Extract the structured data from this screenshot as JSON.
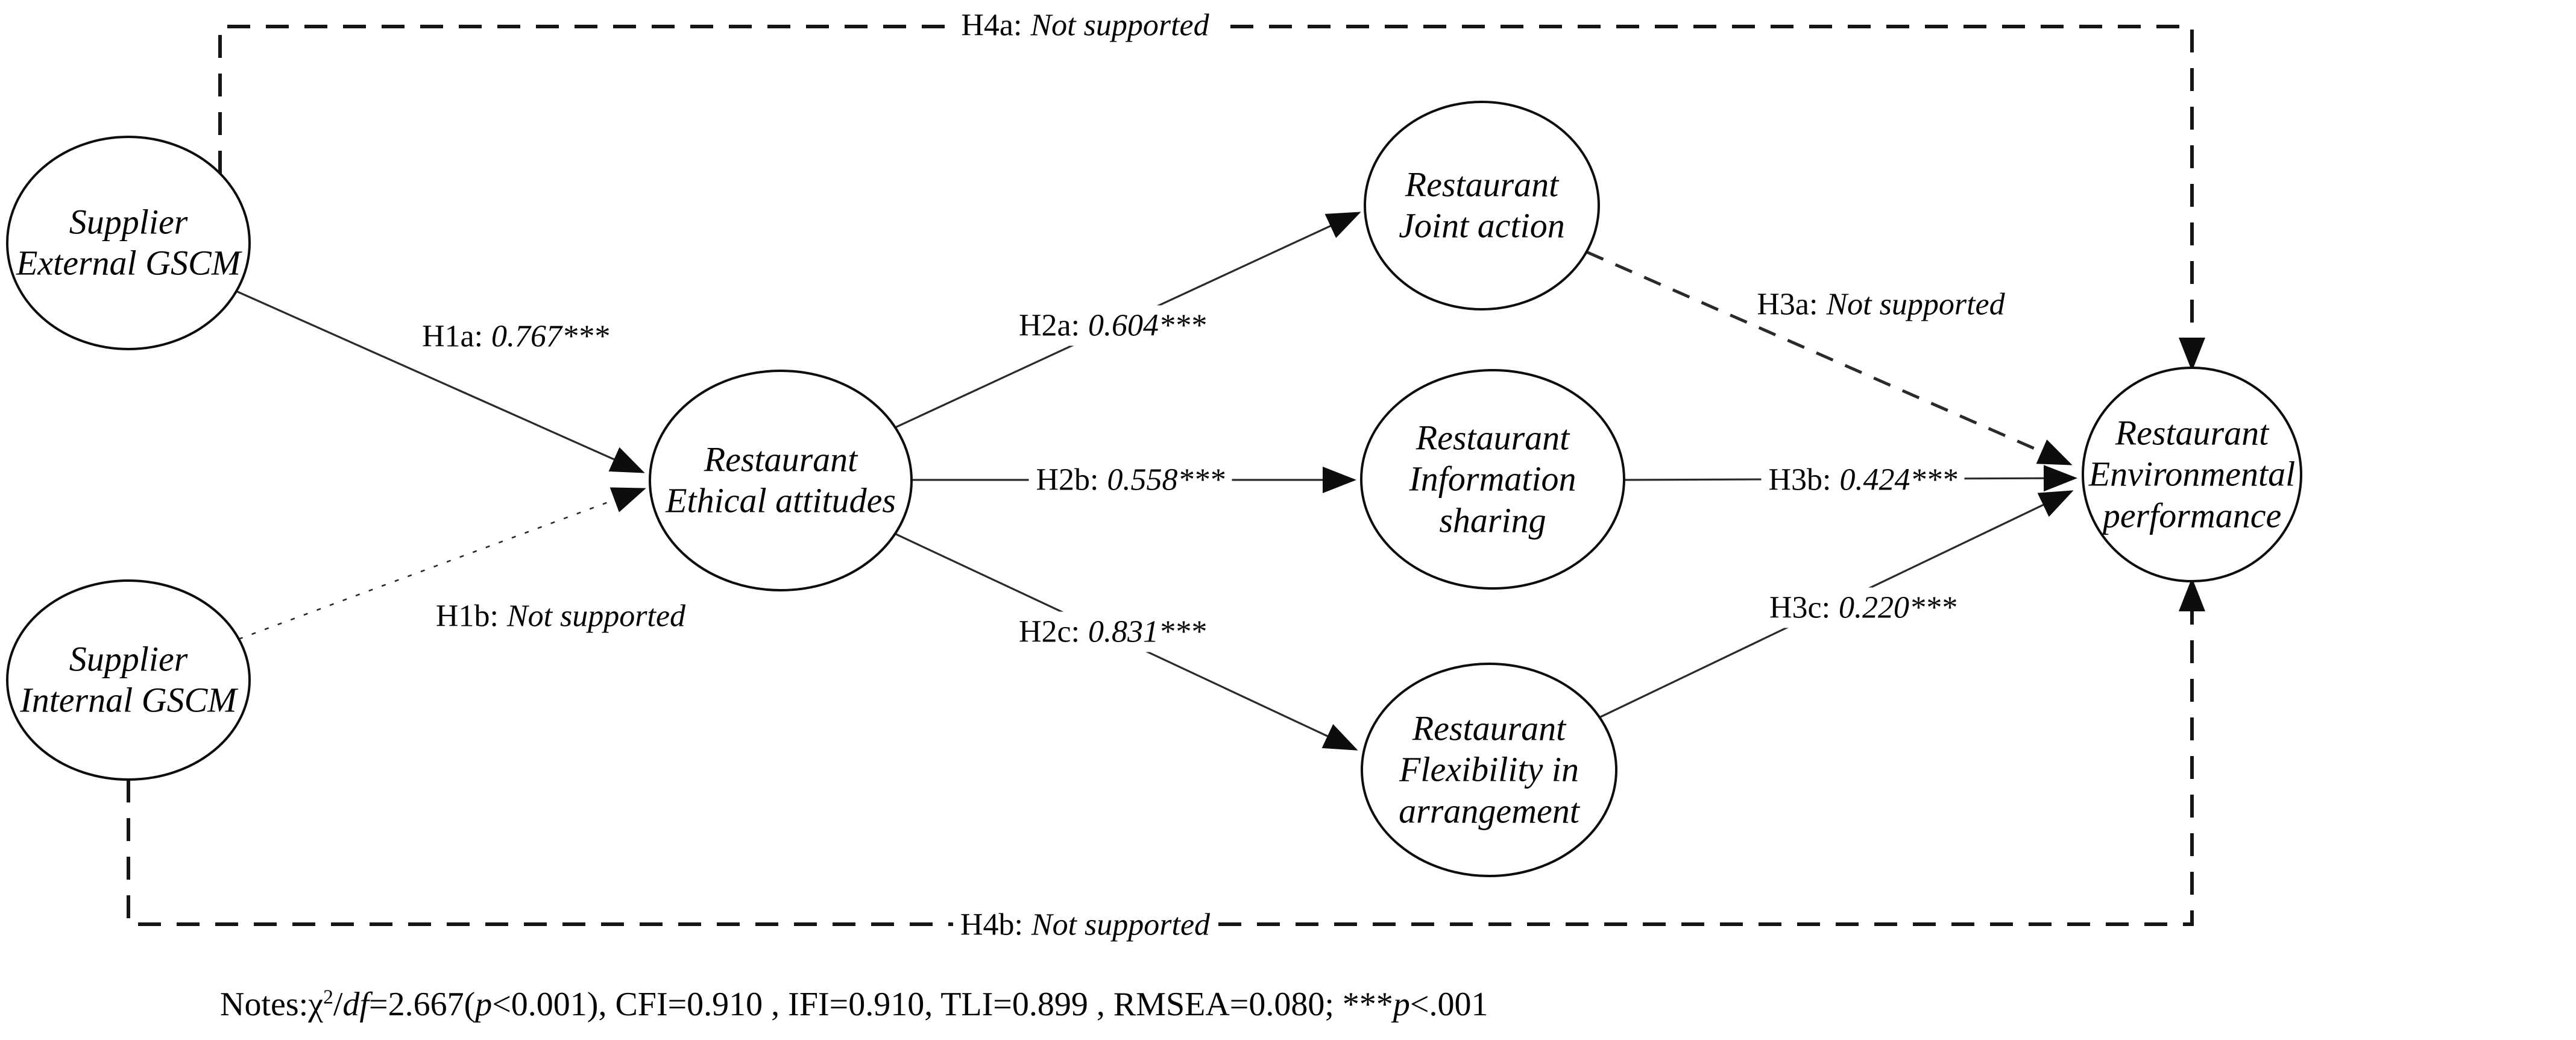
{
  "diagram_title": "Structural equation model of supplier GSCM, restaurant ethical attitudes, collaboration and environmental performance",
  "colors": {
    "background": "#ffffff",
    "stroke": "#0d0d0d",
    "text": "#050505"
  },
  "nodes": [
    {
      "id": "supplier-external-gscm",
      "lines": [
        "Supplier",
        "External GSCM"
      ]
    },
    {
      "id": "supplier-internal-gscm",
      "lines": [
        "Supplier",
        "Internal GSCM"
      ]
    },
    {
      "id": "restaurant-ethical-attitudes",
      "lines": [
        "Restaurant",
        "Ethical attitudes"
      ]
    },
    {
      "id": "restaurant-joint-action",
      "lines": [
        "Restaurant",
        "Joint action"
      ]
    },
    {
      "id": "restaurant-information-sharing",
      "lines": [
        "Restaurant",
        "Information",
        "sharing"
      ]
    },
    {
      "id": "restaurant-flexibility-in-arrangement",
      "lines": [
        "Restaurant",
        "Flexibility in",
        "arrangement"
      ]
    },
    {
      "id": "restaurant-environmental-performance",
      "lines": [
        "Restaurant",
        "Environmental",
        "performance"
      ]
    }
  ],
  "hypotheses": [
    {
      "id": "H1a",
      "prefix": "H1a:",
      "value": "0.767***",
      "supported": true,
      "line_style": "solid"
    },
    {
      "id": "H1b",
      "prefix": "H1b:",
      "value": "Not supported",
      "supported": false,
      "line_style": "dotted"
    },
    {
      "id": "H2a",
      "prefix": "H2a:",
      "value": "0.604***",
      "supported": true,
      "line_style": "solid"
    },
    {
      "id": "H2b",
      "prefix": "H2b:",
      "value": "0.558***",
      "supported": true,
      "line_style": "solid"
    },
    {
      "id": "H2c",
      "prefix": "H2c:",
      "value": "0.831***",
      "supported": true,
      "line_style": "solid"
    },
    {
      "id": "H3a",
      "prefix": "H3a:",
      "value": "Not supported",
      "supported": false,
      "line_style": "dashed"
    },
    {
      "id": "H3b",
      "prefix": "H3b:",
      "value": "0.424***",
      "supported": true,
      "line_style": "solid"
    },
    {
      "id": "H3c",
      "prefix": "H3c:",
      "value": "0.220***",
      "supported": true,
      "line_style": "solid"
    },
    {
      "id": "H4a",
      "prefix": "H4a:",
      "value": "Not supported",
      "supported": false,
      "line_style": "dashed"
    },
    {
      "id": "H4b",
      "prefix": "H4b:",
      "value": "Not supported",
      "supported": false,
      "line_style": "dashed"
    }
  ],
  "notes": {
    "parts": [
      {
        "t": "Notes:χ",
        "s": "r"
      },
      {
        "t": "2",
        "s": "sup"
      },
      {
        "t": "/",
        "s": "r"
      },
      {
        "t": "df",
        "s": "i"
      },
      {
        "t": "=2.667(",
        "s": "r"
      },
      {
        "t": "p",
        "s": "i"
      },
      {
        "t": "<0.001),  CFI=0.910 , IFI=0.910, TLI=0.899 , RMSEA=0.080;  ***",
        "s": "r"
      },
      {
        "t": "p",
        "s": "i"
      },
      {
        "t": "<.001",
        "s": "r"
      }
    ]
  }
}
